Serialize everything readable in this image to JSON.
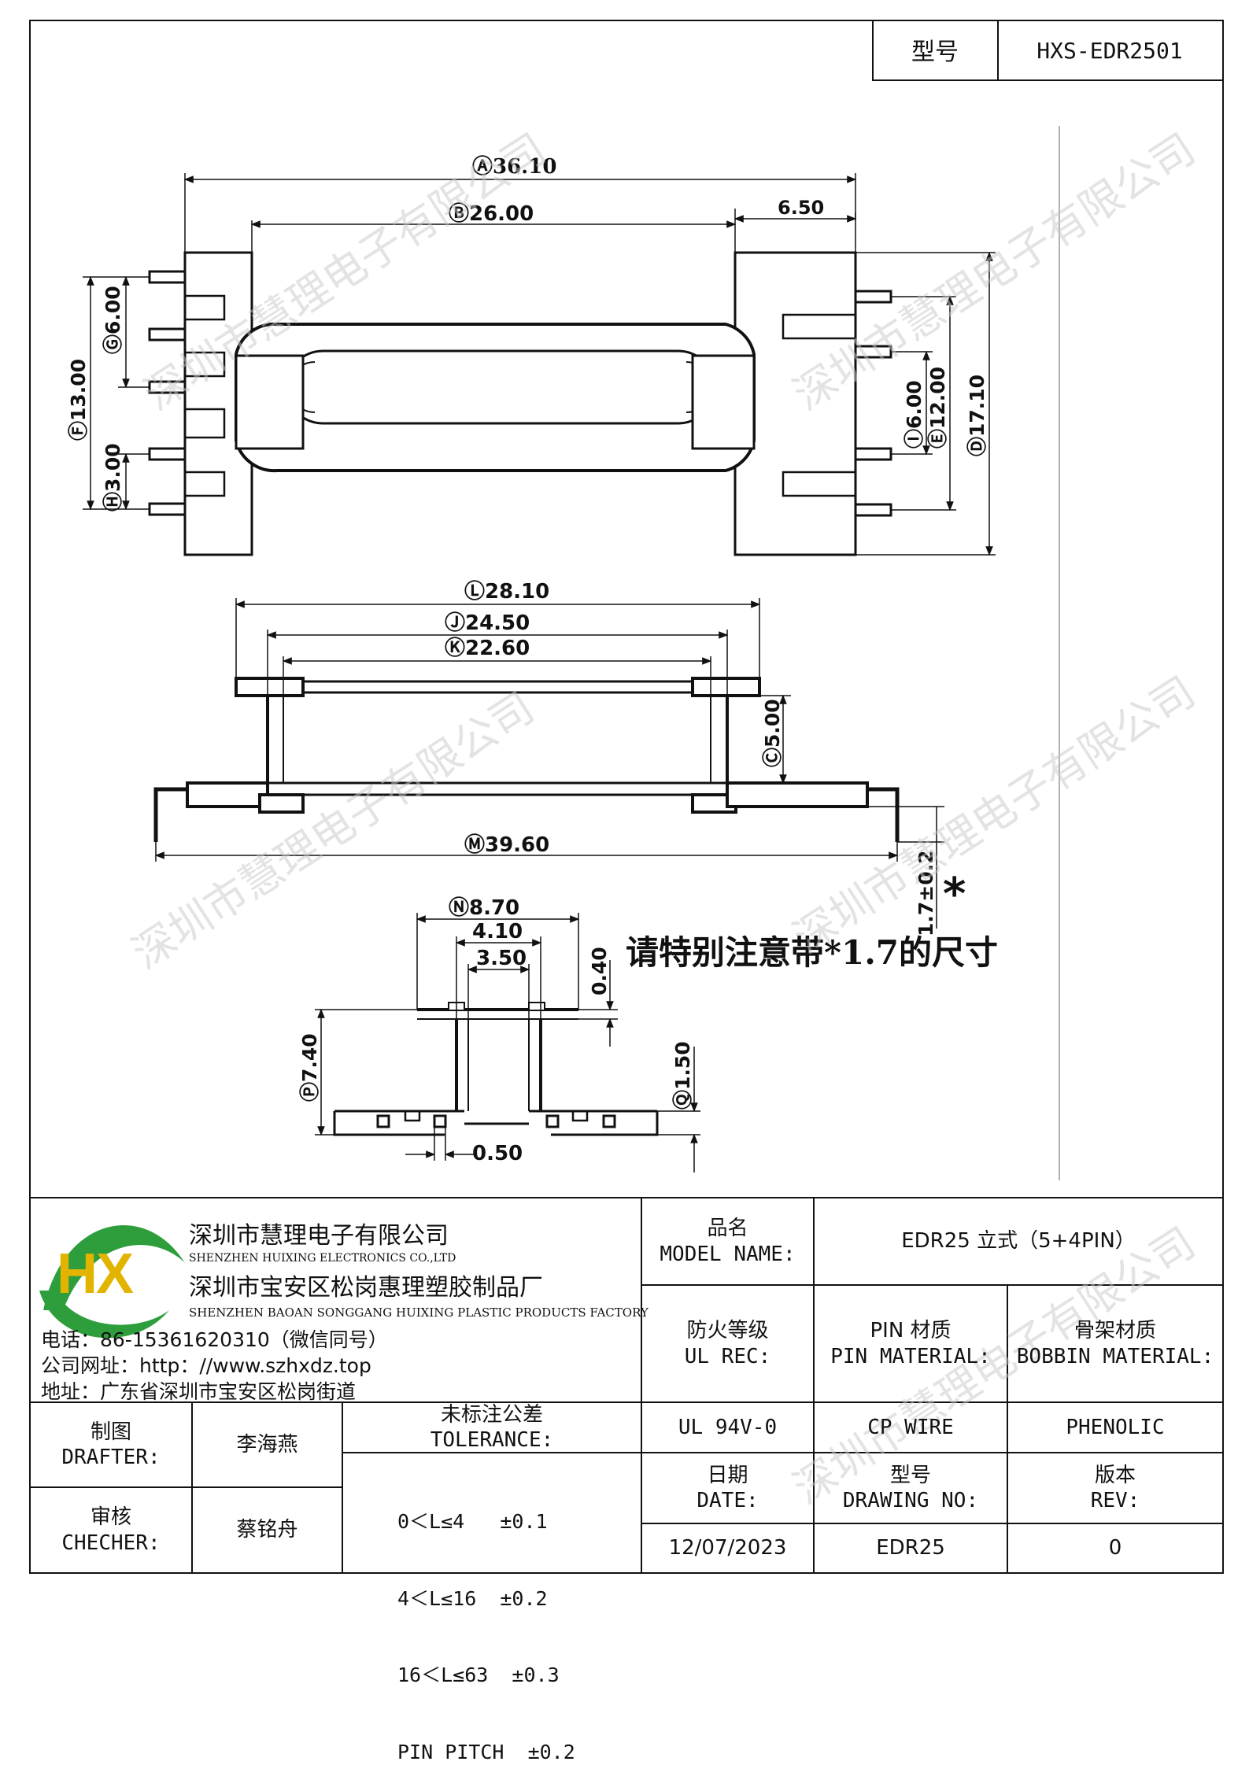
{
  "header": {
    "model_label": "型号",
    "model_value": "HXS-EDR2501"
  },
  "dims": {
    "top": {
      "overall_width": "Ⓐ36.10",
      "inner_width": "Ⓑ26.00",
      "flange": "6.50",
      "pin_span_left": "Ⓕ13.00",
      "pin_pitch_left": "Ⓖ6.00",
      "pin_pitch_left_small": "Ⓗ3.00",
      "pin_pitch_right_small": "Ⓘ6.00",
      "pin_span_right": "Ⓔ12.00",
      "height": "Ⓓ17.10"
    },
    "side": {
      "d1": "Ⓛ28.10",
      "d2": "Ⓙ24.50",
      "d3": "Ⓚ22.60",
      "height": "Ⓒ5.00",
      "pin_span": "Ⓜ39.60",
      "standoff": "1.7±0.2",
      "star": "*"
    },
    "note": "请特别注意带*1.7的尺寸",
    "front": {
      "w1": "Ⓝ8.70",
      "w2": "4.10",
      "w3": "3.50",
      "t1": "0.40",
      "h1": "Ⓟ7.40",
      "h2": "Ⓠ1.50",
      "pin": "0.50"
    }
  },
  "watermark": "深圳市慧理电子有限公司",
  "company": {
    "logo_text": "HX",
    "name_cn": "深圳市慧理电子有限公司",
    "name_en": "SHENZHEN HUIXING ELECTRONICS CO.,LTD",
    "factory_cn": "深圳市宝安区松岗惠理塑胶制品厂",
    "factory_en": "SHENZHEN BAOAN SONGGANG HUIXING PLASTIC PRODUCTS FACTORY",
    "phone": "电话：86-15361620310（微信同号）",
    "website": "公司网址：http：//www.szhxdz.top",
    "address": "地址：广东省深圳市宝安区松岗街道"
  },
  "title_block": {
    "model_name_cn": "品名",
    "model_name_en": "MODEL NAME:",
    "model_name_value": "EDR25 立式（5+4PIN）",
    "ul_cn": "防火等级",
    "ul_en": "UL REC:",
    "pin_cn": "PIN 材质",
    "pin_en": "PIN MATERIAL:",
    "bobbin_cn": "骨架材质",
    "bobbin_en": "BOBBIN MATERIAL:",
    "ul_value": "UL 94V-0",
    "pin_value": "CP WIRE",
    "bobbin_value": "PHENOLIC",
    "date_cn": "日期",
    "date_en": "DATE:",
    "drawing_cn": "型号",
    "drawing_en": "DRAWING NO:",
    "rev_cn": "版本",
    "rev_en": "REV:",
    "date_value": "12/07/2023",
    "drawing_value": "EDR25",
    "rev_value": "0",
    "drafter_cn": "制图",
    "drafter_en": "DRAFTER:",
    "drafter_value": "李海燕",
    "checker_cn": "审核",
    "checker_en": "CHECHER:",
    "checker_value": "蔡铭舟",
    "tolerance_cn": "未标注公差",
    "tolerance_en": "TOLERANCE:",
    "tol_1": "0＜L≤4   ±0.1",
    "tol_2": "4＜L≤16  ±0.2",
    "tol_3": "16＜L≤63  ±0.3",
    "tol_4": "PIN PITCH  ±0.2"
  }
}
